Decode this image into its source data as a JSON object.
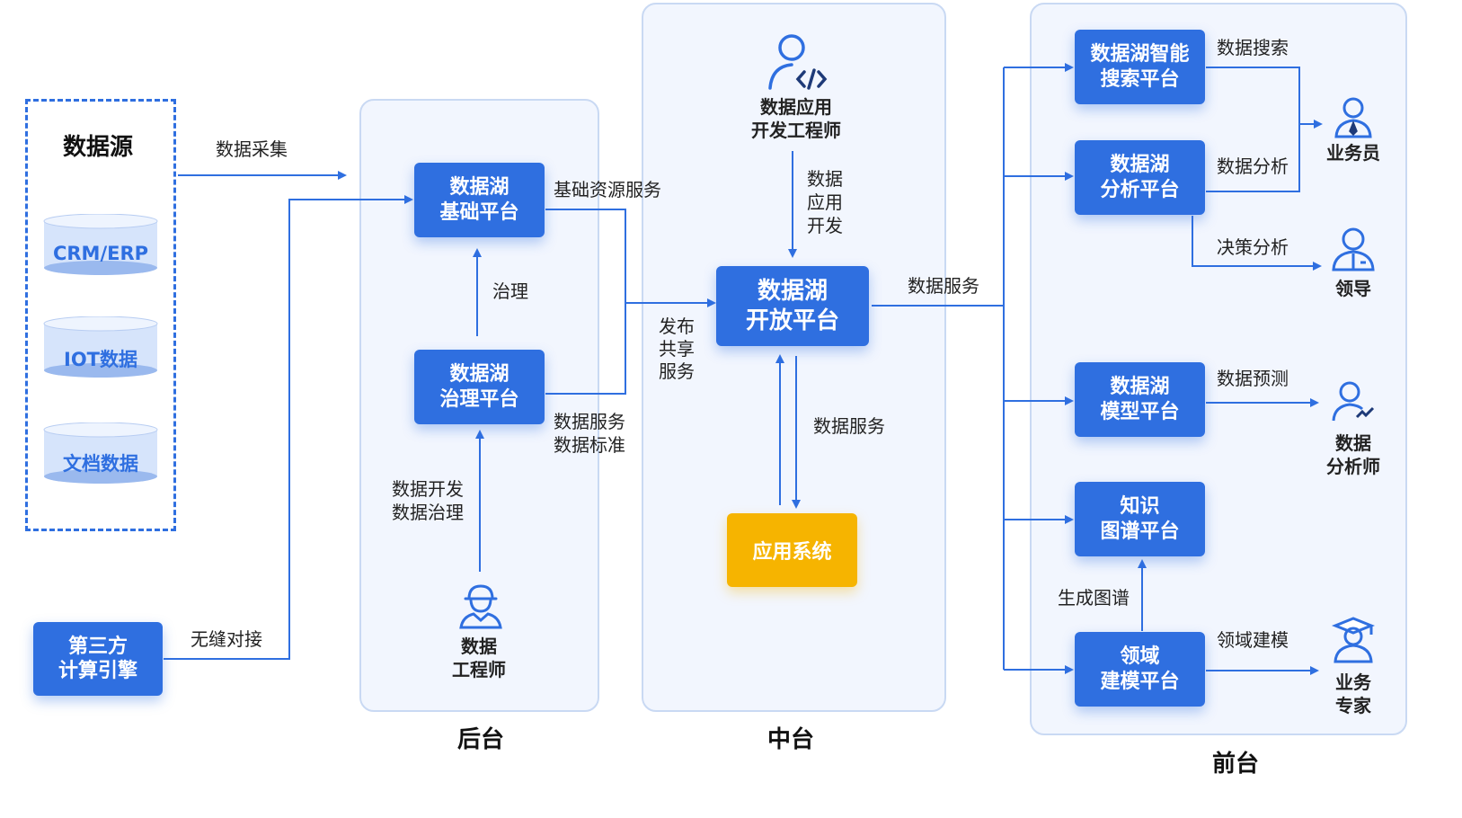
{
  "sources": {
    "title": "数据源",
    "items": [
      "CRM/ERP",
      "IOT数据",
      "文档数据"
    ]
  },
  "third_party": "第三方\n计算引擎",
  "sections": {
    "back": "后台",
    "middle": "中台",
    "front": "前台"
  },
  "back": {
    "base_platform": "数据湖\n基础平台",
    "gov_platform": "数据湖\n治理平台",
    "engineer": "数据\n工程师"
  },
  "middle": {
    "app_engineer": "数据应用\n开发工程师",
    "open_platform": "数据湖\n开放平台",
    "app_system": "应用系统"
  },
  "front": {
    "search_platform": "数据湖智能\n搜索平台",
    "analysis_platform": "数据湖\n分析平台",
    "model_platform": "数据湖\n模型平台",
    "kg_platform": "知识\n图谱平台",
    "domain_platform": "领域\n建模平台",
    "roles": {
      "business": "业务员",
      "leader": "领导",
      "analyst": "数据\n分析师",
      "expert": "业务\n专家"
    }
  },
  "edge_labels": {
    "collect": "数据采集",
    "seamless": "无缝对接",
    "base_service": "基础资源服务",
    "govern": "治理",
    "dev_govern": "数据开发\n数据治理",
    "service_standard": "数据服务\n数据标准",
    "publish": "发布\n共享\n服务",
    "app_dev": "数据\n应用\n开发",
    "data_service_mid": "数据服务",
    "data_service_out": "数据服务",
    "search": "数据搜索",
    "analysis": "数据分析",
    "decision": "决策分析",
    "predict": "数据预测",
    "gen_graph": "生成图谱",
    "domain_model": "领域建模"
  },
  "colors": {
    "primary": "#2f6fe0",
    "accent": "#f6b400",
    "panel": "#f2f6fe"
  },
  "icons": [
    "developer-icon",
    "engineer-icon",
    "business-person-icon",
    "leader-icon",
    "analyst-icon",
    "expert-icon"
  ]
}
